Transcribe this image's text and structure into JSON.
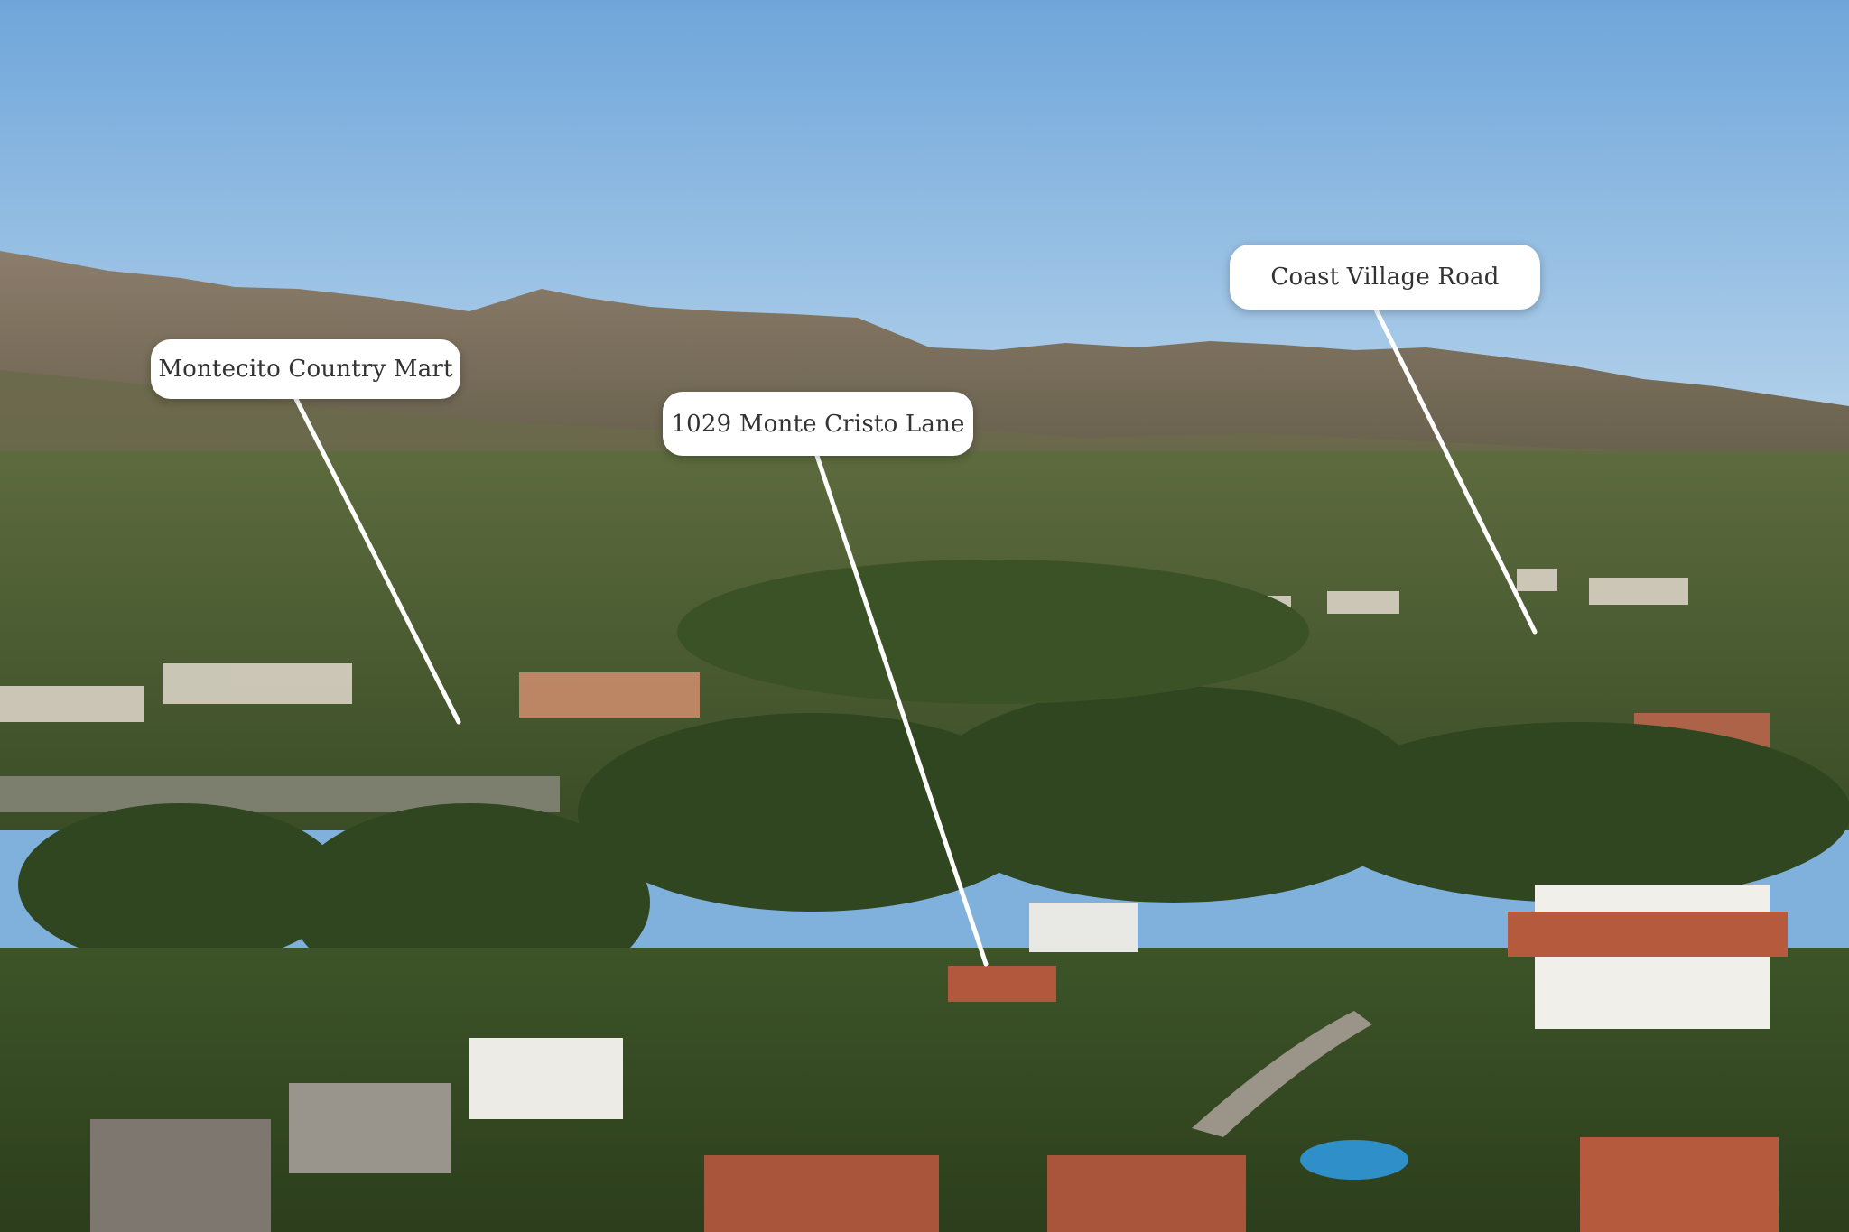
{
  "labels": {
    "mart": "Montecito Country Mart",
    "property": "1029 Monte Cristo Lane",
    "coast": "Coast Village Road"
  },
  "colors": {
    "sky_top": "#6fa6da",
    "sky_bottom": "#b4d2ea",
    "mountain": "#7d6f5e",
    "foliage": "#3f5a2a",
    "label_bg": "#ffffff",
    "label_text": "#333333",
    "leader_line": "#ffffff"
  }
}
